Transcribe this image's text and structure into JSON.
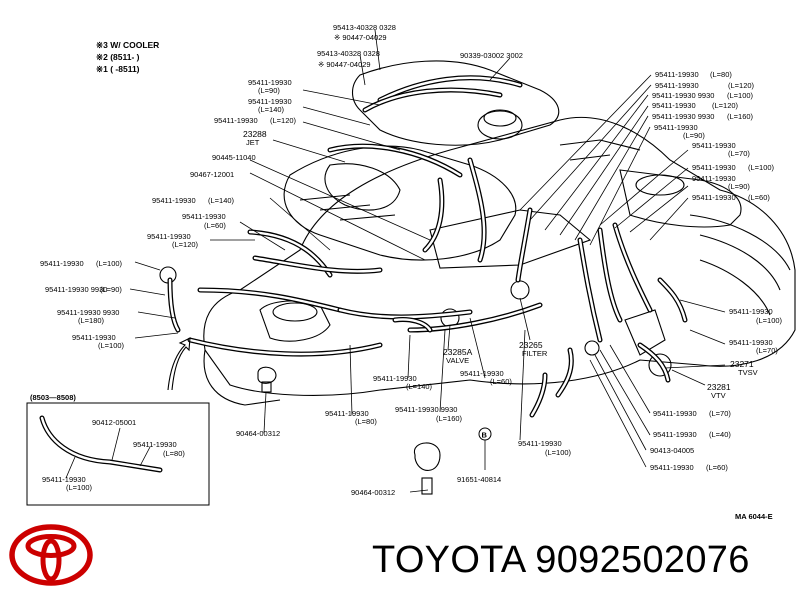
{
  "legend": {
    "line1": "※3 W/ COOLER",
    "line2": "※2 (8511-       )",
    "line3": "※1 (       -8511)"
  },
  "inset": {
    "title": "(8503—8508)",
    "part_top": "90412-05001",
    "part_right": "95411-19930",
    "part_right_len": "(L=80)",
    "part_left": "95411-19930",
    "part_left_len": "(L=100)"
  },
  "labels_top": {
    "a": "95413-40328 0328",
    "b": "※ 90447-04029",
    "c": "95413-40328 0328",
    "d": "※ 90447-04029",
    "e": "90339-03002 3002"
  },
  "labels_left": [
    {
      "part": "95411-19930",
      "len": "(L=90)"
    },
    {
      "part": "95411-19930",
      "len": "(L=140)"
    },
    {
      "part": "95411-19930",
      "len": "(L=120)"
    },
    {
      "part": "23288",
      "len": "JET"
    },
    {
      "part": "90445-11040",
      "len": ""
    },
    {
      "part": "90467-12001",
      "len": ""
    },
    {
      "part": "95411-19930",
      "len": "(L=140)"
    },
    {
      "part": "95411-19930",
      "len": "(L=60)"
    },
    {
      "part": "95411-19930",
      "len": "(L=120)"
    },
    {
      "part": "95411-19930",
      "len": "(L=100)"
    },
    {
      "part": "95411-19930 9930",
      "len": ""
    },
    {
      "part": "95411-19930 9930",
      "len": "(L=180)"
    },
    {
      "part": "95411-19930",
      "len": "(L=100)"
    }
  ],
  "labels_right": [
    {
      "part": "95411-19930",
      "len": "(L=80)"
    },
    {
      "part": "95411-19930",
      "len": "(L=120)"
    },
    {
      "part": "95411-19930 9930",
      "len": "(L=100)"
    },
    {
      "part": "95411-19930",
      "len": "(L=120)"
    },
    {
      "part": "95411-19930 9930",
      "len": "(L=160)"
    },
    {
      "part": "95411-19930",
      "len": "(L=90)"
    },
    {
      "part": "95411-19930",
      "len": "(L=70)"
    },
    {
      "part": "95411-19930",
      "len": "(L=100)"
    },
    {
      "part": "95411-19930",
      "len": "(L=90)"
    },
    {
      "part": "95411-19930",
      "len": "(L=60)"
    },
    {
      "part": "95411-19930",
      "len": "(L=100)"
    },
    {
      "part": "95411-19930",
      "len": "(L=70)"
    },
    {
      "part": "23271",
      "len": "TVSV"
    },
    {
      "part": "23281",
      "len": "VTV"
    },
    {
      "part": "95411-19930",
      "len": "(L=70)"
    },
    {
      "part": "95411-19930",
      "len": "(L=40)"
    },
    {
      "part": "90413-04005",
      "len": ""
    },
    {
      "part": "95411-19930",
      "len": "(L=60)"
    }
  ],
  "labels_bottom": [
    {
      "part": "23285A",
      "len": "VALVE"
    },
    {
      "part": "23265",
      "len": "FILTER"
    },
    {
      "part": "95411-19930",
      "len": "(L=140)"
    },
    {
      "part": "95411-19930",
      "len": "(L=60)"
    },
    {
      "part": "95411-19930",
      "len": "(L=80)"
    },
    {
      "part": "95411-19930 9930",
      "len": "(L=160)"
    },
    {
      "part": "95411-19930",
      "len": "(L=100)"
    },
    {
      "part": "90464-00312",
      "len": ""
    },
    {
      "part": "91651-40814",
      "len": ""
    },
    {
      "part": "90464-00312",
      "len": ""
    }
  ],
  "marker": "B",
  "drawing_code": "MA 6044-E",
  "brand": {
    "name": "TOYOTA",
    "part_number": "9092502076",
    "color": "#cc0000"
  }
}
